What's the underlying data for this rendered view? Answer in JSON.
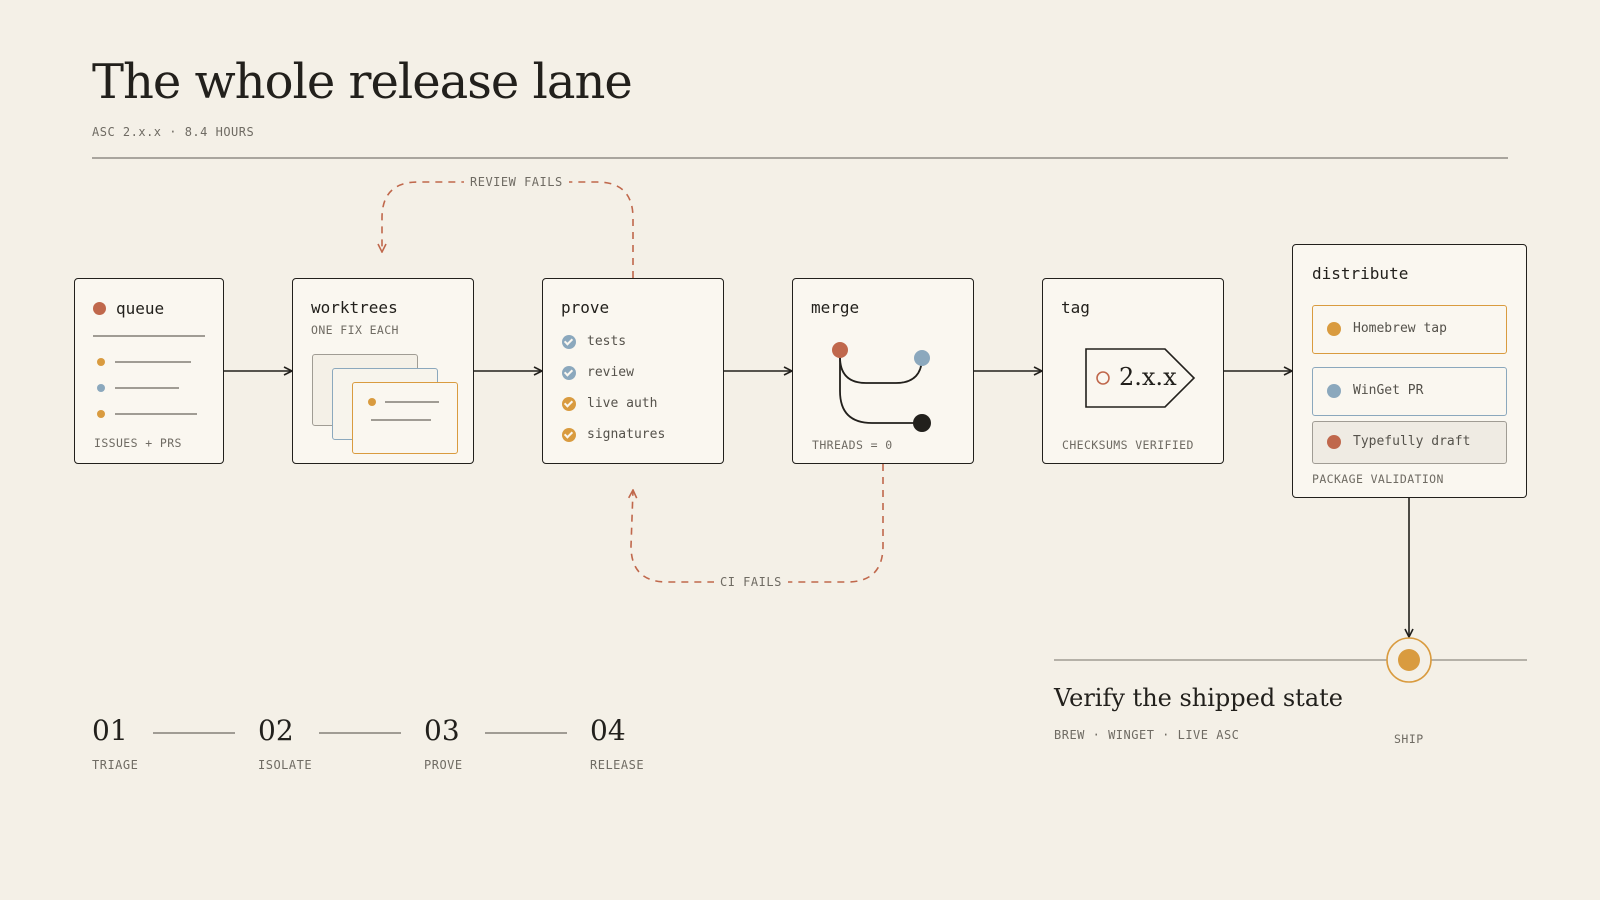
{
  "header": {
    "title": "The whole release lane",
    "subtitle": "ASC 2.x.x · 8.4 HOURS"
  },
  "stages": {
    "queue": {
      "title": "queue",
      "caption": "ISSUES + PRS"
    },
    "worktrees": {
      "title": "worktrees",
      "caption": "ONE FIX EACH"
    },
    "prove": {
      "title": "prove",
      "checks": [
        "tests",
        "review",
        "live auth",
        "signatures"
      ]
    },
    "merge": {
      "title": "merge",
      "caption": "THREADS = 0"
    },
    "tag": {
      "title": "tag",
      "tag_label": "2.x.x",
      "caption": "CHECKSUMS VERIFIED"
    },
    "distribute": {
      "title": "distribute",
      "items": [
        "Homebrew tap",
        "WinGet PR",
        "Typefully draft"
      ],
      "caption": "PACKAGE VALIDATION"
    }
  },
  "loops": {
    "review_fails": "REVIEW FAILS",
    "ci_fails": "CI FAILS"
  },
  "steps": [
    {
      "num": "01",
      "label": "TRIAGE"
    },
    {
      "num": "02",
      "label": "ISOLATE"
    },
    {
      "num": "03",
      "label": "PROVE"
    },
    {
      "num": "04",
      "label": "RELEASE"
    }
  ],
  "ship": {
    "title": "Verify the shipped state",
    "subtitle": "BREW · WINGET · LIVE ASC",
    "label": "SHIP"
  },
  "colors": {
    "background": "#f4f0e7",
    "ink": "#22201c",
    "rust": "#c0684c",
    "ochre": "#d99b3f",
    "steel": "#8ba8bd",
    "muted": "#6f6b63"
  }
}
